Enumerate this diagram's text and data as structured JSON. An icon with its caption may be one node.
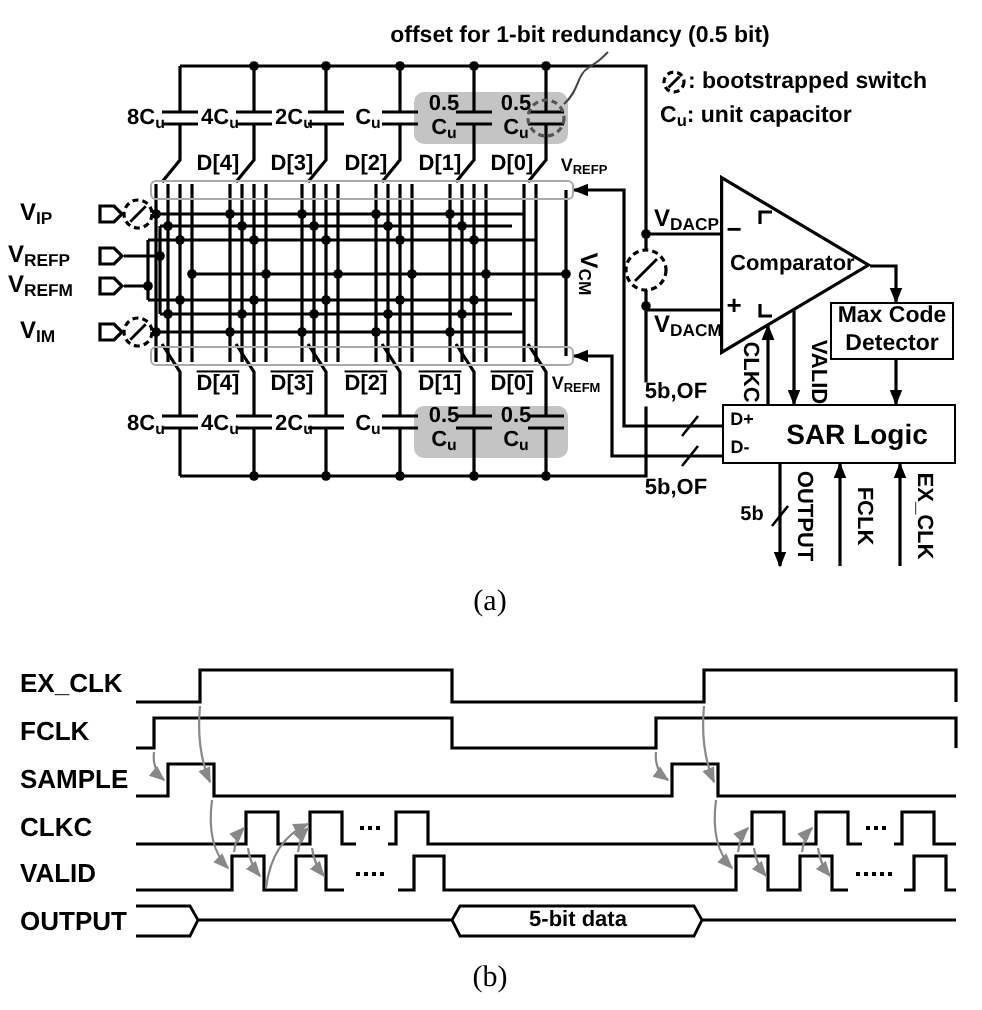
{
  "diagram": {
    "nodes": [
      {
        "text": [
          "Comparator"
        ]
      },
      {
        "text": [
          "Max Code Detector"
        ]
      },
      {
        "text": [
          "SAR Logic"
        ]
      },
      {
        "text": [],
        "shape": "box"
      },
      {
        "text": [],
        "shape": "box"
      }
    ],
    "edges": [
      {
        "from": 0,
        "to": 1,
        "arrow": "to"
      },
      {
        "from": 1,
        "to": 2,
        "arrow": "to"
      },
      {
        "from": 2,
        "to": 0,
        "arrow": "to",
        "label": "CLKC"
      },
      {
        "from": 0,
        "to": 2,
        "arrow": "to",
        "label": "VALID"
      },
      {
        "from": 2,
        "to": 3,
        "arrow": "to",
        "label": "5b,OF"
      },
      {
        "from": 2,
        "to": 4,
        "arrow": "to",
        "label": "5b,OF"
      },
      {
        "from": 2,
        "to": null,
        "arrow": "to",
        "label": "OUTPUT"
      },
      {
        "from": null,
        "to": 2,
        "arrow": "to",
        "label": "FCLK"
      },
      {
        "from": null,
        "to": 2,
        "arrow": "to",
        "label": "EX_CLK"
      }
    ],
    "labels": [
      "offset for 1-bit redundancy (0.5 bit)",
      "8C$_{u}$",
      "4C$_{u}$",
      "2C$_{u}$",
      "C$_{u}$",
      "0.5 C$_{u}$",
      "0.5 C$_{u}$",
      "C$_{u}$: unit capacitor",
      "D[4]",
      "D[3]",
      "D[2]",
      "D[1]",
      "D[0]",
      "V$_{REFP}$",
      "V$_{IP}$",
      "V$_{REFP}$",
      "V$_{REFM}$",
      "V$_{IM}$",
      "V$_{CM}$",
      "V$_{DACP}$",
      "V$_{DACM}$",
      "−",
      "+",
      "D[4]",
      "D[3]",
      "D[2]",
      "D[1]",
      "D[0]",
      "V$_{REFM}$",
      "8C$_{u}$",
      "4C$_{u}$",
      "2C$_{u}$",
      "C$_{u}$",
      "0.5 C$_{u}$",
      "0.5 C$_{u}$",
      "D+",
      "D-",
      "5b",
      "(a)",
      "EX_CLK",
      "FCLK",
      "SAMPLE",
      "CLKC",
      "VALID",
      "OUTPUT",
      "5-bit data",
      "(b)"
    ],
    "legend": [
      {
        "text": ": bootstrapped switch"
      }
    ]
  }
}
